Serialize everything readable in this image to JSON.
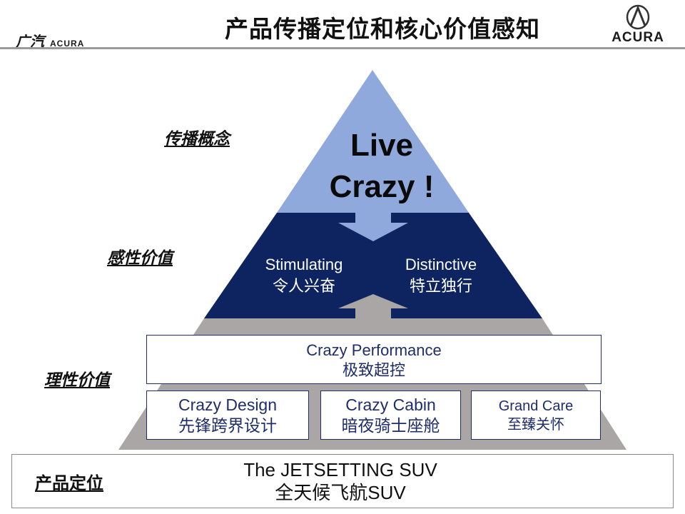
{
  "header": {
    "title": "产品传播定位和核心价值感知",
    "logo_left_cn": "广汽",
    "logo_left_en": "ACURA",
    "logo_right": "ACURA"
  },
  "labels": {
    "communication": "传播概念",
    "emotional": "感性价值",
    "rational": "理性价值",
    "positioning": "产品定位"
  },
  "top": {
    "line1": "Live",
    "line2": "Crazy !"
  },
  "emotional_values": [
    {
      "en": "Stimulating",
      "zh": "令人兴奋"
    },
    {
      "en": "Distinctive",
      "zh": "特立独行"
    }
  ],
  "performance": {
    "en": "Crazy Performance",
    "zh": "极致超控"
  },
  "rational_values": [
    {
      "en": "Crazy Design",
      "zh": "先锋跨界设计"
    },
    {
      "en": "Crazy Cabin",
      "zh": "暗夜骑士座舱"
    },
    {
      "en": "Grand Care",
      "zh": "至臻关怀"
    }
  ],
  "positioning": {
    "en": "The JETSETTING SUV",
    "zh": "全天候飞航SUV"
  },
  "colors": {
    "top": "#8fa9dc",
    "middle": "#0d2461",
    "base": "#aaa6a6",
    "text_navy": "#1f2d6b"
  }
}
